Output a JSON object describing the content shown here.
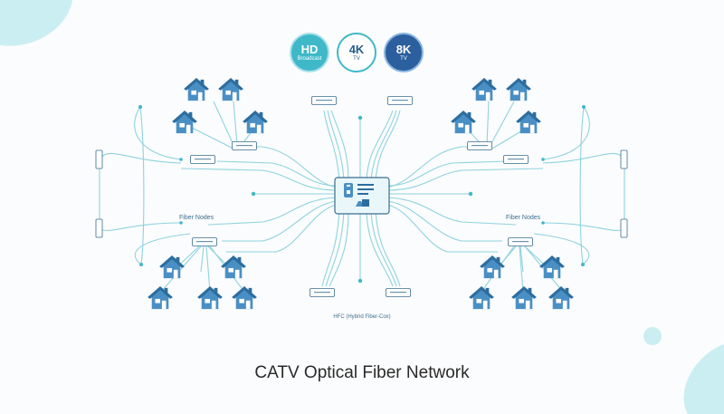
{
  "badges": {
    "hd_main": "HD",
    "hd_sub": "Broadcast",
    "k4_main": "4K",
    "k4_sub": "TV",
    "k8_main": "8K",
    "k8_sub": "TV"
  },
  "labels": {
    "fiber_nodes_left": "Fiber Nodes",
    "fiber_nodes_right": "Fiber Nodes",
    "hfc": "HFC (Hybrid Fiber-Cox)"
  },
  "caption": "CATV Optical Fiber Network",
  "icons": {
    "home": "house-icon",
    "headend": "headend-panel-icon",
    "node": "fiber-node-box",
    "amplifier": "amplifier-unit",
    "badge_shape": "circle"
  },
  "colors": {
    "line": "#8fd3de",
    "house": "#4a8fc4",
    "house_dark": "#2d6d9f",
    "accent": "#3fb8c8",
    "navy": "#2b5f9e",
    "blob": "#cbeef3"
  }
}
